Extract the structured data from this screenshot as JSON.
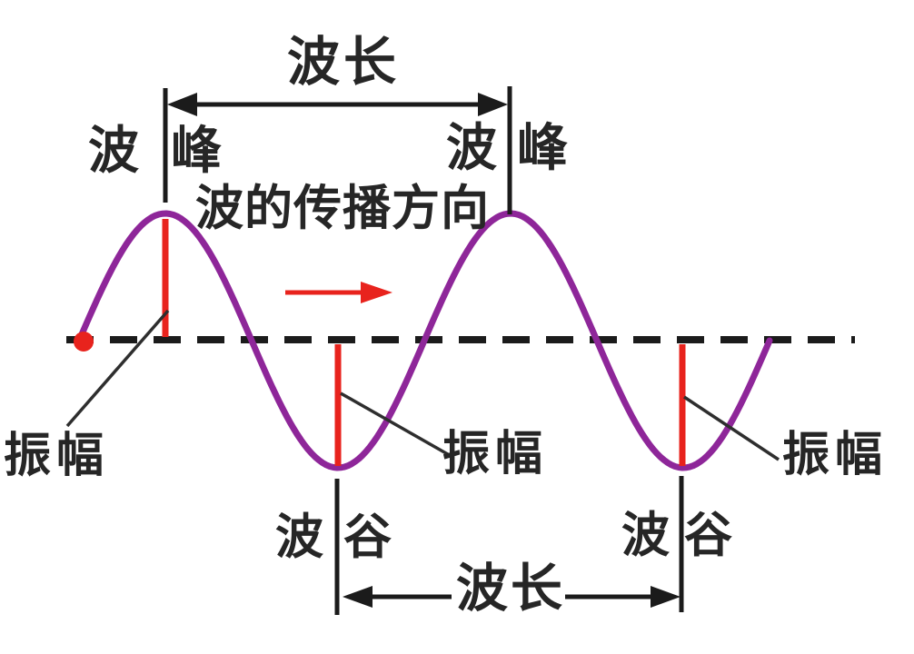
{
  "colors": {
    "wave_purple": "#8E2699",
    "marker_red": "#E8231D",
    "line_black": "#1B1B1B",
    "leader_gray": "#2E2E2E",
    "text_black": "#262626",
    "background": "#FFFFFF"
  },
  "labels": {
    "wavelength_top": "波长",
    "wavelength_bottom": "波长",
    "propagation_direction": "波的传播方向",
    "crests": [
      {
        "left": "波",
        "right": "峰"
      },
      {
        "left": "波",
        "right": "峰"
      }
    ],
    "troughs": [
      {
        "left": "波",
        "right": "谷"
      },
      {
        "left": "波",
        "right": "谷"
      }
    ],
    "amplitudes": [
      "振幅",
      "振幅",
      "振幅"
    ]
  }
}
